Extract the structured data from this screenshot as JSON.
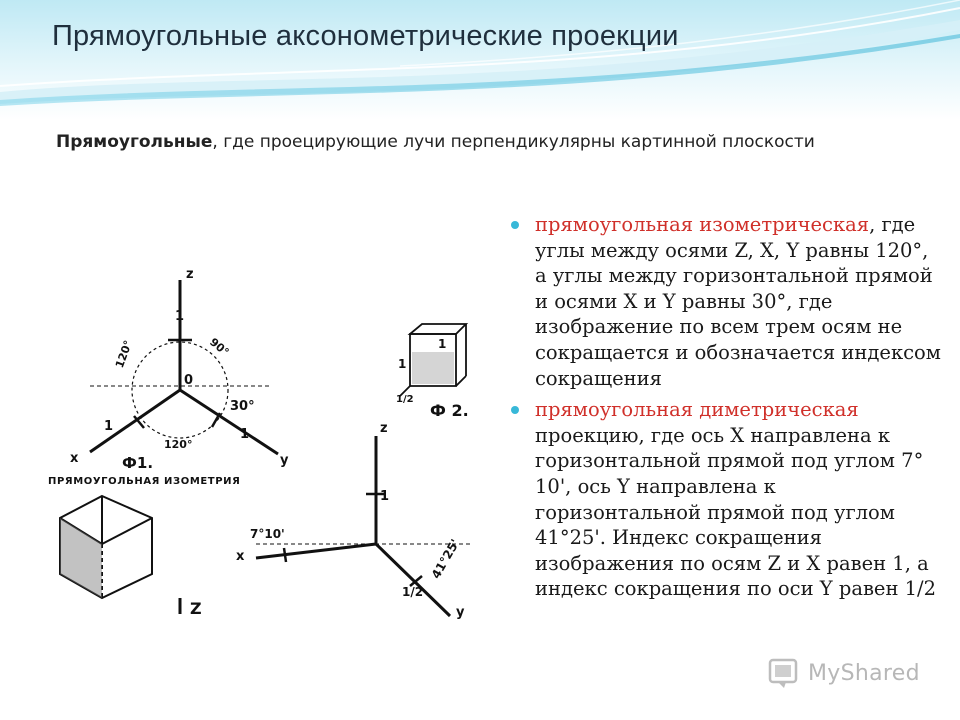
{
  "slide": {
    "title": "Прямоугольные аксонометрические проекции",
    "intro": {
      "bold": "Прямоугольные",
      "rest": ", где проецирующие лучи перпендикулярны картинной плоскости"
    },
    "bullets": [
      {
        "highlight": "прямоугольная изометрическая",
        "text": ", где углы между осями Z, X, Y равны 120°, а углы между горизонтальной прямой и осями X и Y равны 30°, где изображение по всем трем осям не сокращается и обозначается индексом сокращения"
      },
      {
        "highlight": "прямоугольная диметрическая",
        "text": " проекцию, где ось X направлена к горизонтальной прямой под углом 7° 10', ось Y направлена к горизонтальной прямой под углом 41°25'. Индекс сокращения изображения по осям Z и X равен 1, а индекс сокращения по оси Y равен 1/2"
      }
    ],
    "watermark": "MyShared",
    "colors": {
      "accent": "#38b8d8",
      "highlight": "#d0302a",
      "title": "#1f2f3d"
    }
  },
  "figure": {
    "iso_labels": {
      "z": "z",
      "x": "x",
      "y": "y",
      "origin": "0",
      "unit_z": "1",
      "unit_x": "1",
      "unit_y": "1",
      "angle_left": "120°",
      "angle_right": "90°",
      "angle_bottom": "120°",
      "angle_30": "30°",
      "fig_label": "Ф1.",
      "caption": "ПРЯМОУГОЛЬНАЯ ИЗОМЕТРИЯ"
    },
    "cube_small": {
      "unit_top": "1",
      "unit_side": "1",
      "unit_half": "1/2",
      "fig_label": "Ф 2."
    },
    "dim_labels": {
      "z": "z",
      "x": "x",
      "y": "y",
      "unit_z": "1",
      "unit_y": "1/2",
      "angle_x": "7°10'",
      "angle_y": "41°25'"
    },
    "corner_z": "Z"
  }
}
